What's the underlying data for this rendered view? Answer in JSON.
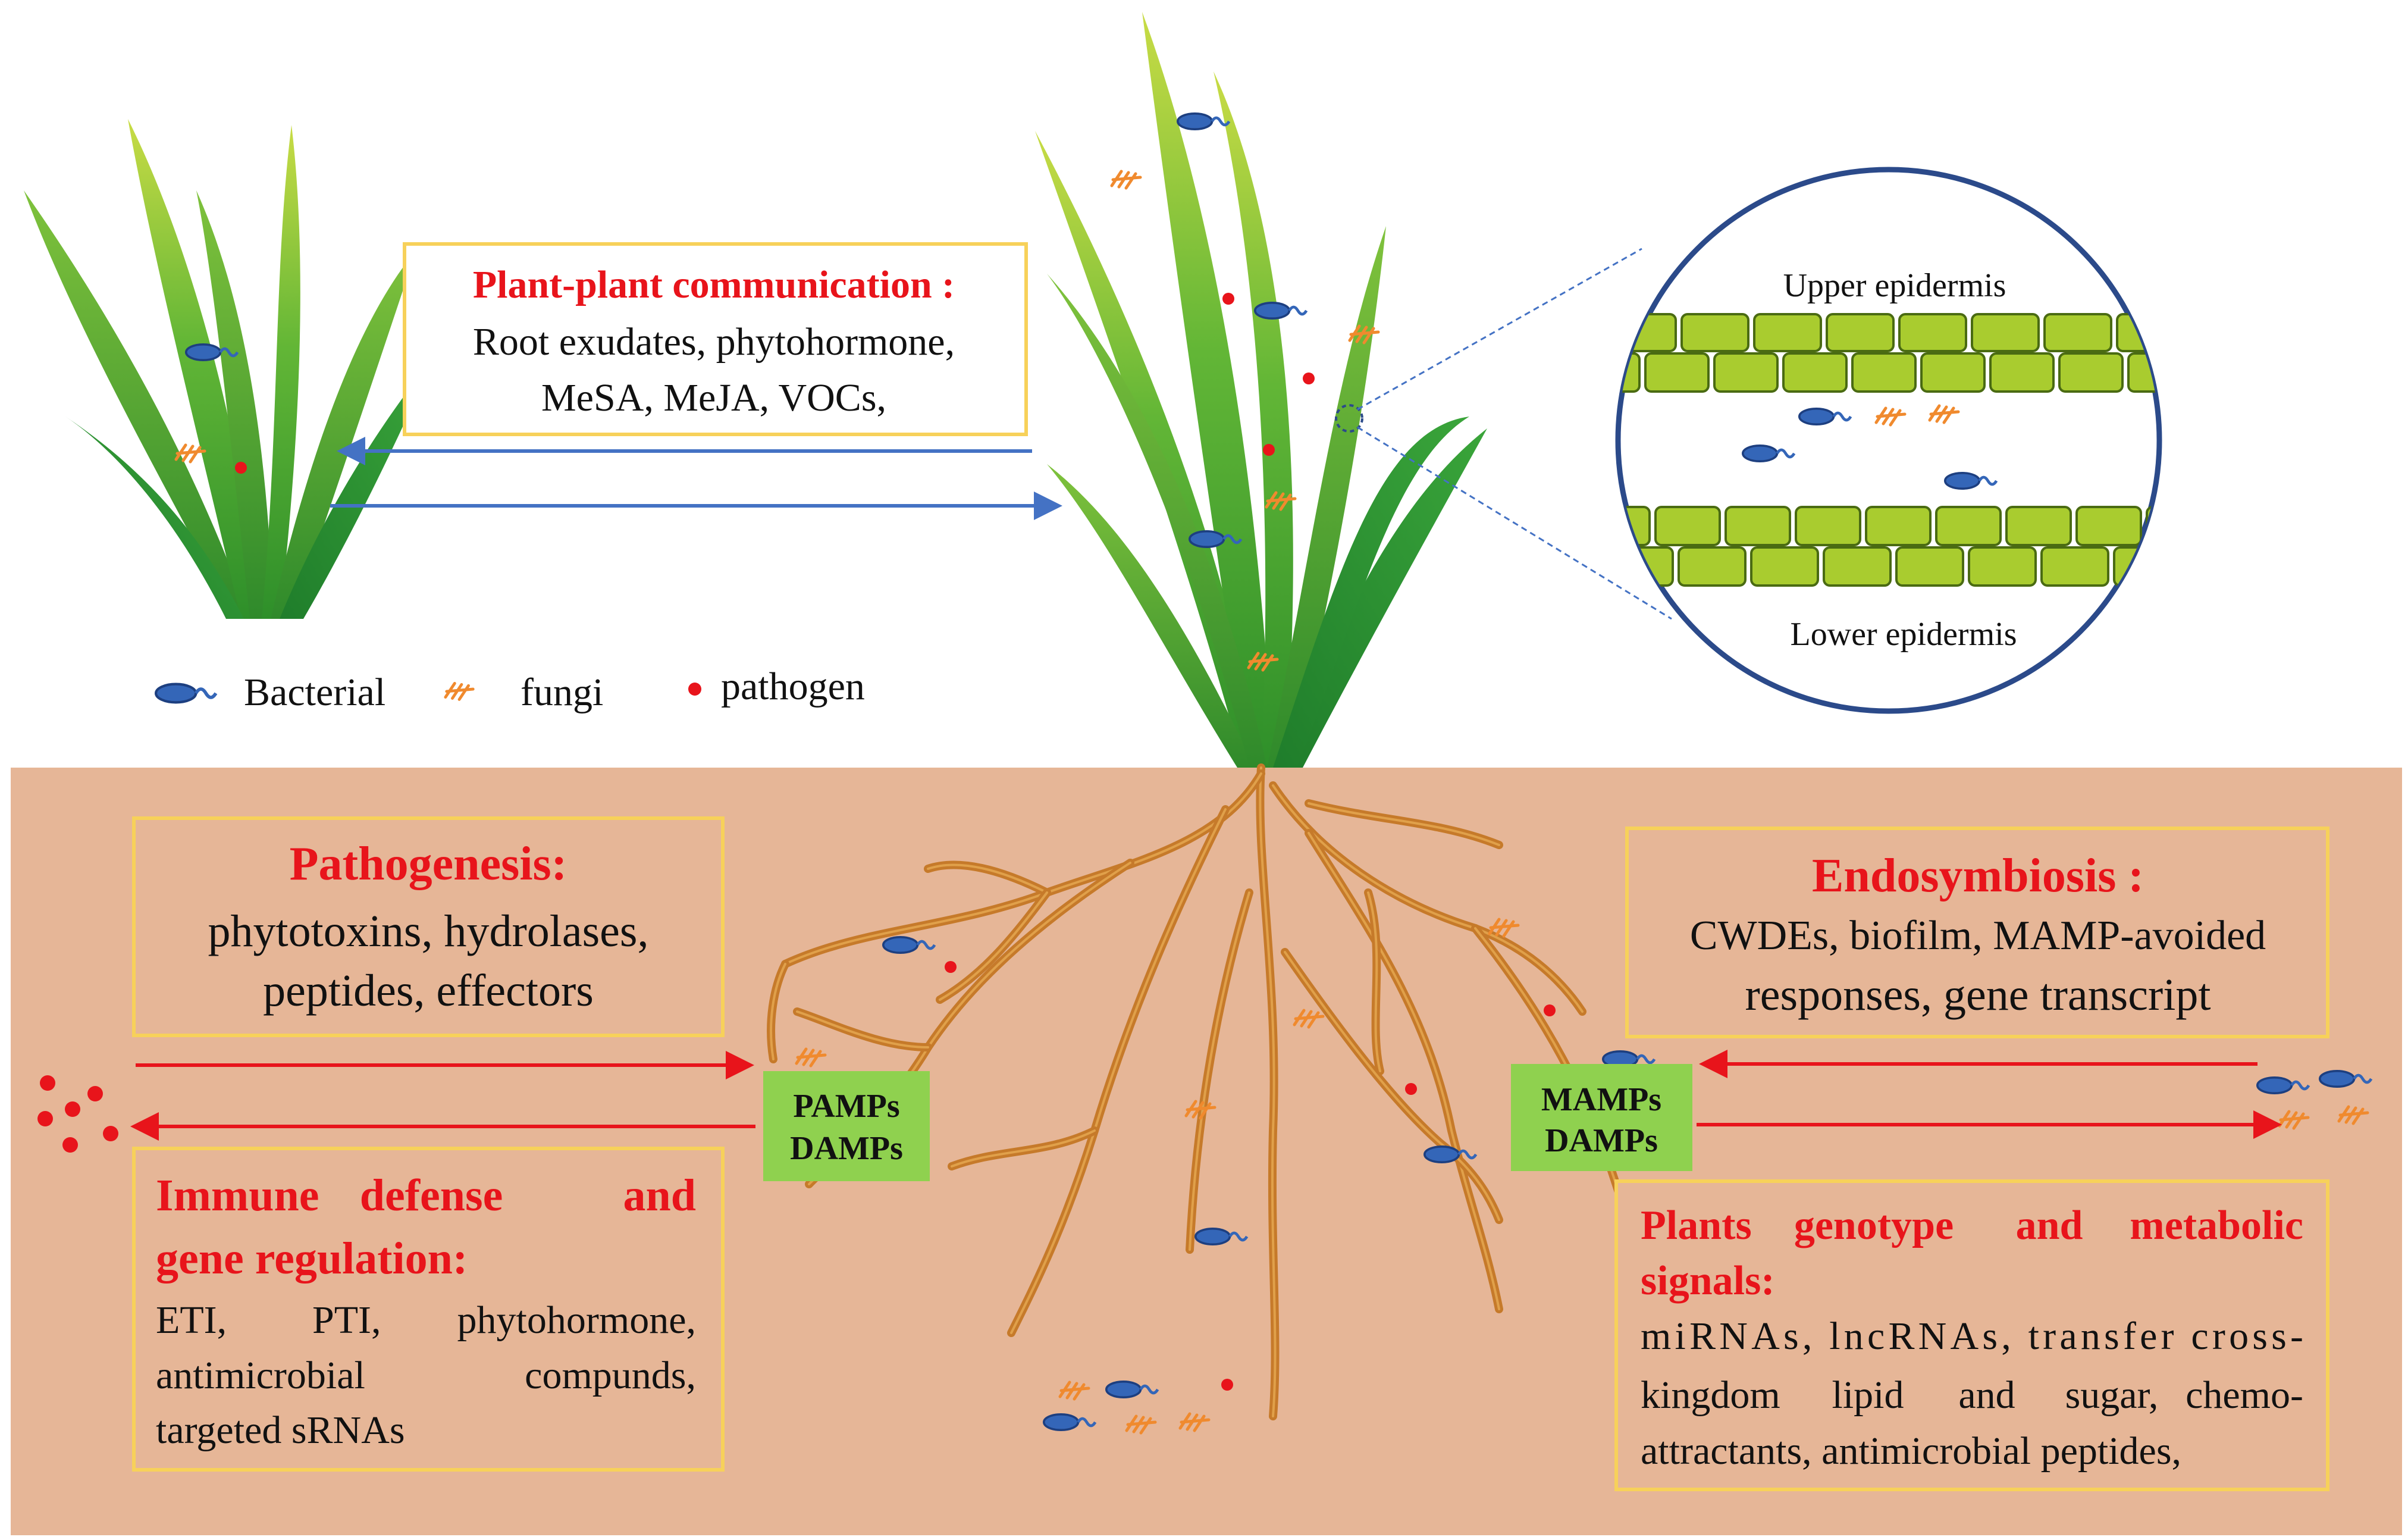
{
  "colors": {
    "soil": "#e6b697",
    "box_border": "#f7d15a",
    "title_red": "#e8141b",
    "arrow_red": "#e8141b",
    "arrow_blue": "#4472c4",
    "green_label": "#8fd14f",
    "cell_fill": "#a9cc2f",
    "cell_stroke": "#4a6b12",
    "circle_stroke": "#2b4a8a",
    "root": "#c67a2a",
    "bacteria": "#3466b8",
    "fungi": "#f08a2e",
    "pathogen": "#e8141b"
  },
  "communication_box": {
    "title": "Plant-plant communication :",
    "lines": [
      "Root exudates, phytohormone,",
      "MeSA, MeJA, VOCs,"
    ]
  },
  "legend": {
    "bacterial": "Bacterial",
    "fungi": "fungi",
    "pathogen": "pathogen",
    "icons": [
      "bacteria-icon",
      "fungi-icon",
      "pathogen-dot-icon"
    ]
  },
  "epidermis": {
    "upper": "Upper epidermis",
    "lower": "Lower epidermis"
  },
  "pathogenesis_box": {
    "title": "Pathogenesis:",
    "lines": [
      "phytotoxins, hydrolases,",
      "peptides, effectors"
    ]
  },
  "immune_box": {
    "title_line1": [
      "Immune",
      "defense",
      "and"
    ],
    "title_line2": "gene regulation:",
    "line1": [
      "ETI,",
      "PTI,",
      "phytohormone,"
    ],
    "line2": [
      "antimicrobial",
      "compunds,"
    ],
    "line3": "targeted sRNAs"
  },
  "endosymbiosis_box": {
    "title": "Endosymbiosis :",
    "line1": "CWDEs, biofilm, MAMP-avoided",
    "line2": "responses, gene transcript"
  },
  "genotype_box": {
    "title_line1": [
      "Plants",
      "genotype",
      "and",
      "metabolic"
    ],
    "title_line2": "signals:",
    "line1": "miRNAs, lncRNAs, transfer cross-",
    "line2": [
      "kingdom",
      "lipid",
      "and",
      "sugar,",
      "chemo-"
    ],
    "line3": "attractants, antimicrobial peptides,"
  },
  "pamps_label": {
    "line1": "PAMPs",
    "line2": "DAMPs"
  },
  "mamps_label": {
    "line1": "MAMPs",
    "line2": "DAMPs"
  }
}
